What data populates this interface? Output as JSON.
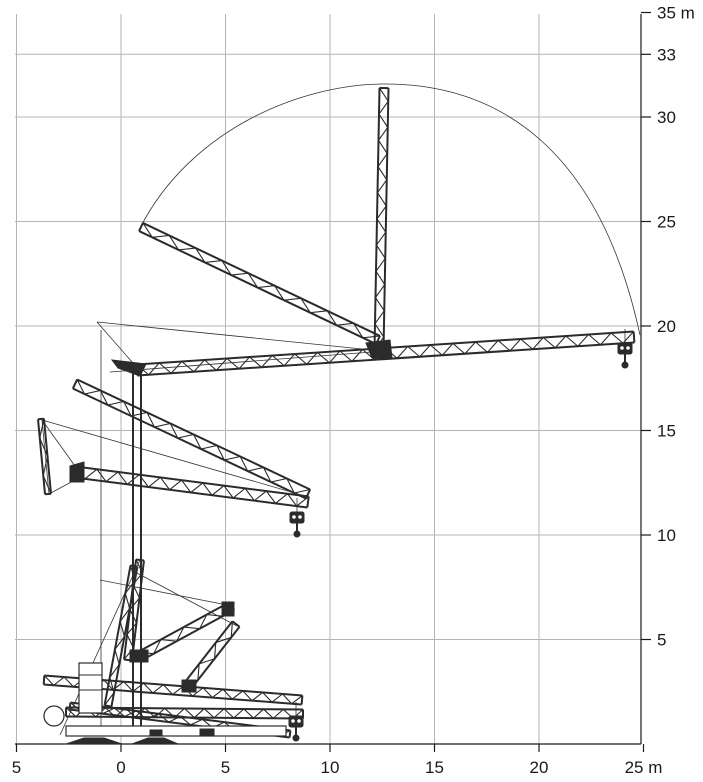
{
  "x_axis": {
    "ticks": [
      {
        "value": -5,
        "label": "5"
      },
      {
        "value": 0,
        "label": "0"
      },
      {
        "value": 5,
        "label": "5"
      },
      {
        "value": 10,
        "label": "10"
      },
      {
        "value": 15,
        "label": "15"
      },
      {
        "value": 20,
        "label": "20"
      },
      {
        "value": 25,
        "label": "25 m"
      }
    ]
  },
  "y_axis": {
    "ticks": [
      {
        "value": 5,
        "label": "5"
      },
      {
        "value": 10,
        "label": "10"
      },
      {
        "value": 15,
        "label": "15"
      },
      {
        "value": 20,
        "label": "20"
      },
      {
        "value": 25,
        "label": "25"
      },
      {
        "value": 30,
        "label": "30"
      },
      {
        "value": 33,
        "label": "33"
      },
      {
        "value": 35,
        "label": "35 m"
      }
    ]
  }
}
